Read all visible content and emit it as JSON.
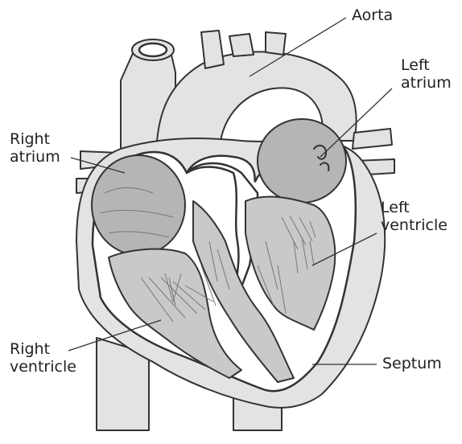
{
  "labels": {
    "aorta": "Aorta",
    "left_atrium": "Left\natrium",
    "right_atrium": "Right\natrium",
    "left_ventricle": "Left\nventricle",
    "right_ventricle": "Right\nventricle",
    "septum": "Septum"
  },
  "colors": {
    "outline": "#333333",
    "tissue_light": "#e3e3e3",
    "tissue_mid": "#c9c9c9",
    "atrium_fill": "#b5b5b5",
    "background": "#ffffff"
  }
}
